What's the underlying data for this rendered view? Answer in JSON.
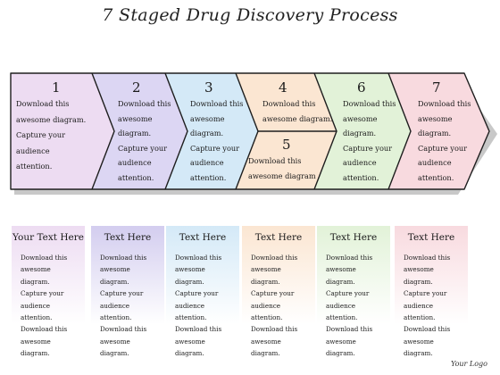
{
  "title": "7 Staged Drug Discovery Process",
  "stages": [
    {
      "num": "1",
      "lines": [
        "Download this",
        "awesome diagram.",
        "Capture your",
        "audience",
        "attention."
      ],
      "color": "#eddcf2"
    },
    {
      "num": "2",
      "lines": [
        "Download this",
        "awesome",
        "diagram.",
        "Capture your",
        "audience",
        "attention."
      ],
      "color": "#dcd6f3"
    },
    {
      "num": "3",
      "lines": [
        "Download this",
        "awesome",
        "diagram.",
        "Capture your",
        "audience",
        "attention."
      ],
      "color": "#d4e9f7"
    },
    {
      "num": "4",
      "lines": [
        "Download this",
        "awesome diagram."
      ],
      "color": "#fbe6d2"
    },
    {
      "num": "5",
      "lines": [
        "Download this",
        "awesome diagram"
      ],
      "color": "#fbe6d2"
    },
    {
      "num": "6",
      "lines": [
        "Download this",
        "awesome",
        "diagram.",
        "Capture your",
        "audience",
        "attention."
      ],
      "color": "#e2f2d8"
    },
    {
      "num": "7",
      "lines": [
        "Download this",
        "awesome",
        "diagram.",
        "Capture your",
        "audience",
        "attention."
      ],
      "color": "#f8dadf"
    }
  ],
  "cards": [
    {
      "heading": "Your Text Here",
      "lines": [
        "Download this",
        "awesome diagram.",
        "Capture your",
        "audience attention.",
        "Download this",
        "awesome diagram."
      ],
      "color": "#eddcf2"
    },
    {
      "heading": "Text Here",
      "lines": [
        "Download this",
        "awesome diagram.",
        "Capture your",
        "audience attention.",
        "Download this",
        "awesome diagram."
      ],
      "color": "#d3cdef"
    },
    {
      "heading": "Text Here",
      "lines": [
        "Download this",
        "awesome diagram.",
        "Capture your",
        "audience attention.",
        "Download this",
        "awesome diagram."
      ],
      "color": "#d4e9f7"
    },
    {
      "heading": "Text Here",
      "lines": [
        "Download this",
        "awesome diagram.",
        "Capture your",
        "audience attention.",
        "Download this",
        "awesome diagram."
      ],
      "color": "#fbe6d2"
    },
    {
      "heading": "Text Here",
      "lines": [
        "Download this",
        "awesome diagram.",
        "Capture your",
        "audience attention.",
        "Download this",
        "awesome diagram."
      ],
      "color": "#e2f2d8"
    },
    {
      "heading": "Text Here",
      "lines": [
        "Download this",
        "awesome diagram.",
        "Capture your",
        "audience attention.",
        "Download this",
        "awesome diagram."
      ],
      "color": "#f8dadf"
    }
  ],
  "logo": "Your Logo"
}
